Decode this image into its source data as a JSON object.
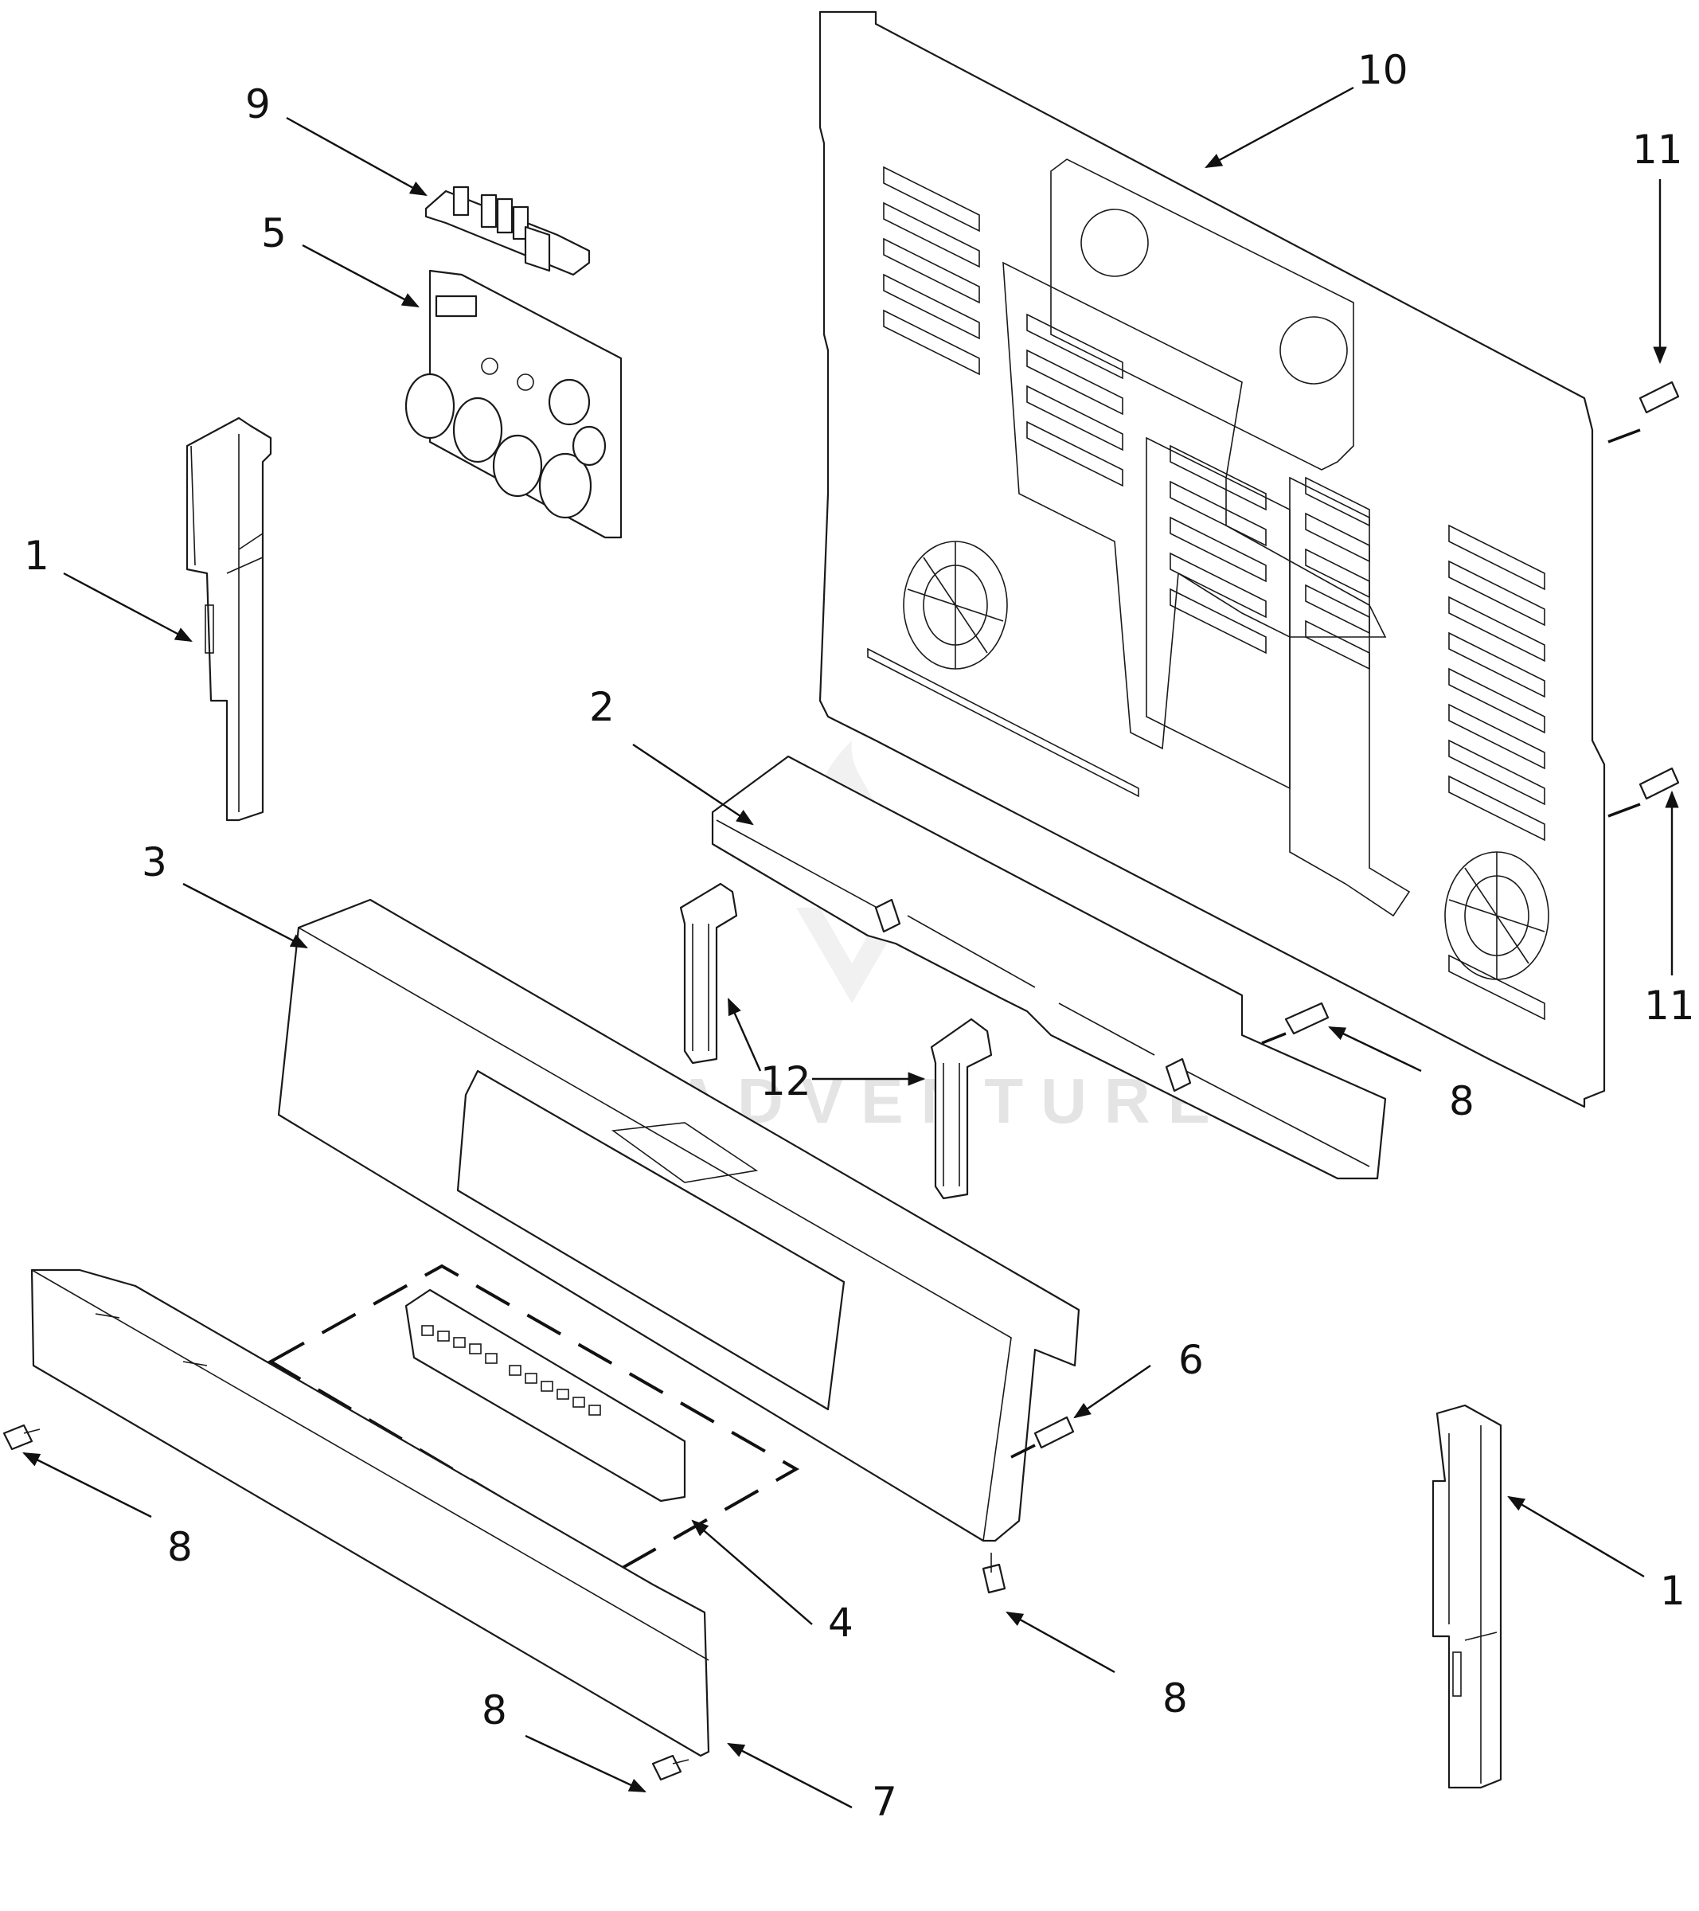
{
  "watermark": "LEADVENTURE",
  "callouts": {
    "c1_left": "1",
    "c1_right": "1",
    "c2": "2",
    "c3": "3",
    "c4": "4",
    "c5": "5",
    "c6": "6",
    "c7": "7",
    "c8_right_panel": "8",
    "c8_left": "8",
    "c8_bottom": "8",
    "c8_mid": "8",
    "c9": "9",
    "c10": "10",
    "c11_top": "11",
    "c11_bottom": "11",
    "c12": "12"
  }
}
